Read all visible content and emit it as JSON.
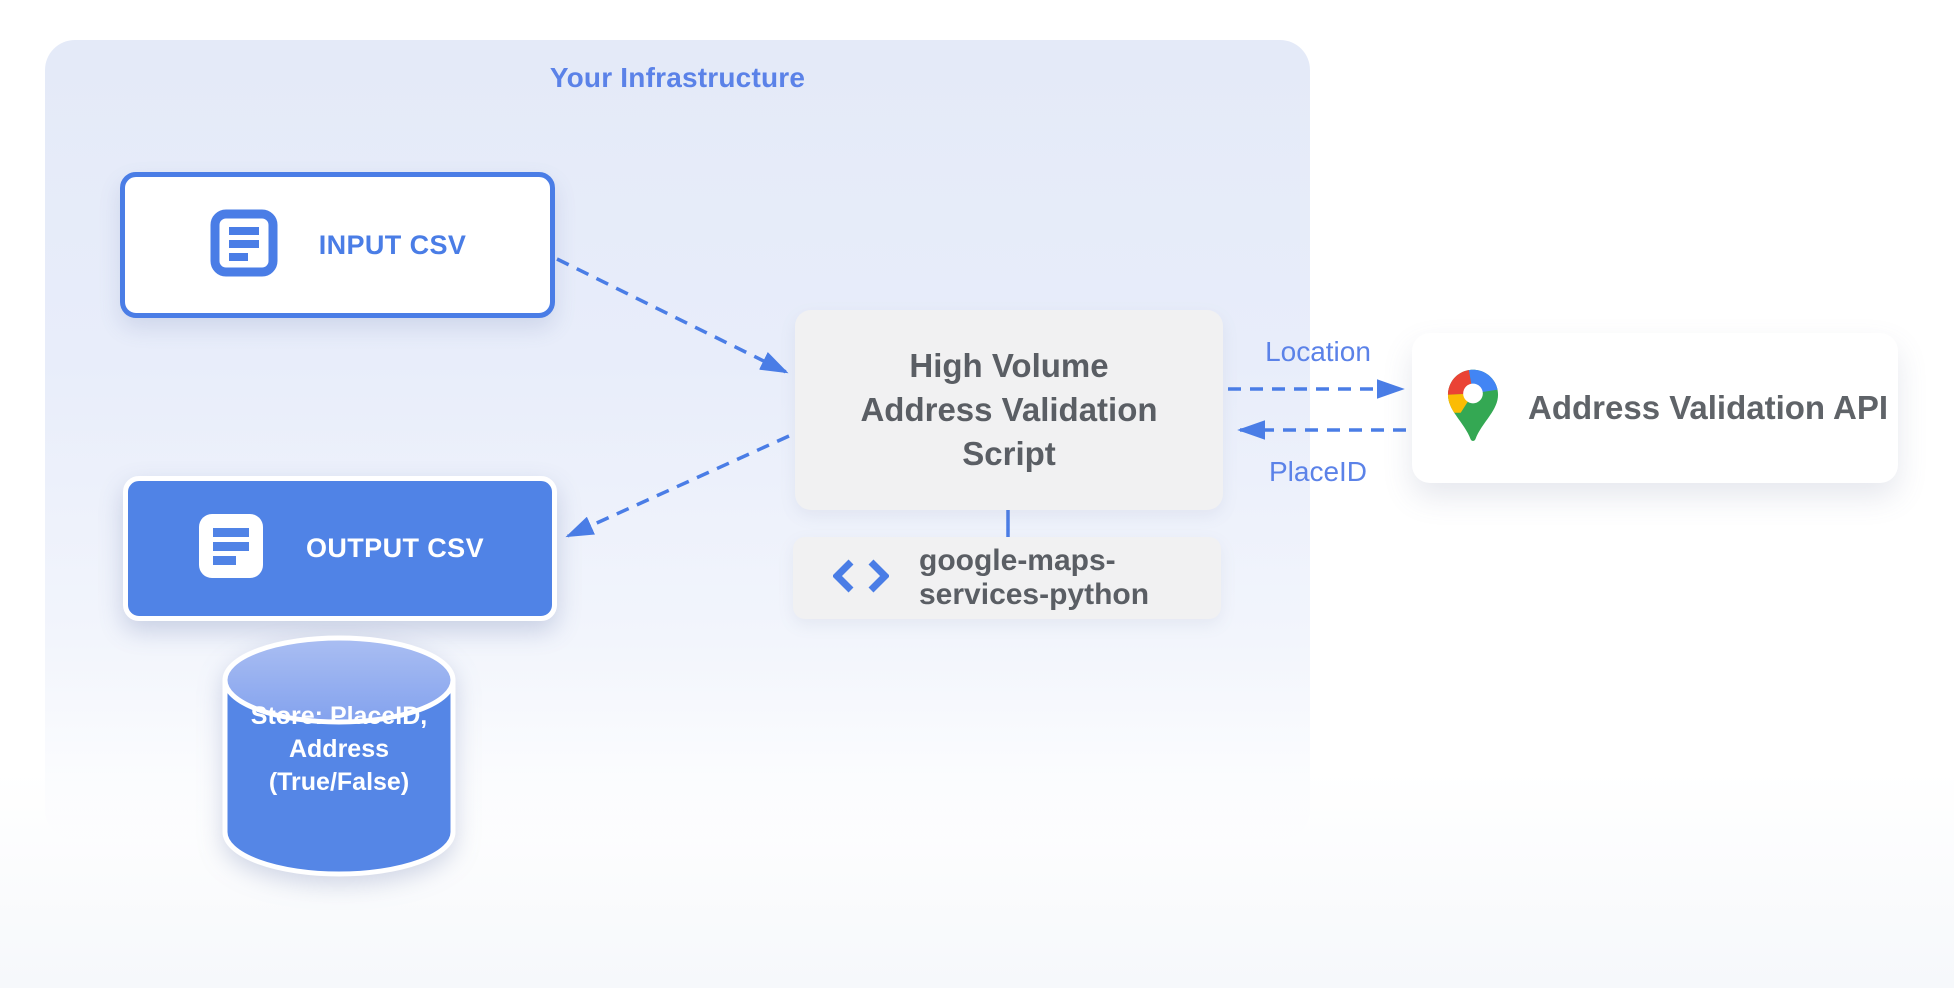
{
  "panel": {
    "title": "Your Infrastructure"
  },
  "nodes": {
    "input_csv": {
      "label": "INPUT CSV"
    },
    "output_csv": {
      "label": "OUTPUT CSV"
    },
    "datastore": {
      "label": "Store: PlaceID,\nAddress\n(True/False)"
    },
    "script": {
      "label": "High Volume\nAddress Validation\nScript"
    },
    "library": {
      "label": "google-maps-\nservices-python"
    },
    "api": {
      "label": "Address Validation API"
    }
  },
  "edges": {
    "script_to_api": {
      "label": "Location"
    },
    "api_to_script": {
      "label": "PlaceID"
    }
  },
  "icons": {
    "input": "document-icon",
    "output": "document-icon",
    "library": "code-icon",
    "api": "google-maps-pin-icon"
  },
  "colors": {
    "accent_blue": "#4a7de6",
    "label_blue": "#5b82e8",
    "node_fill_blue": "#5083e6",
    "cylinder_body": "#5586e6",
    "cylinder_top": "#9db6f0",
    "panel_bg": "#e6ebf8",
    "box_gray": "#f1f1f2",
    "text_dark": "#5f6368",
    "pin_red": "#ea4335",
    "pin_blue": "#4285f4",
    "pin_yellow": "#fbbc04",
    "pin_green": "#34a853"
  }
}
